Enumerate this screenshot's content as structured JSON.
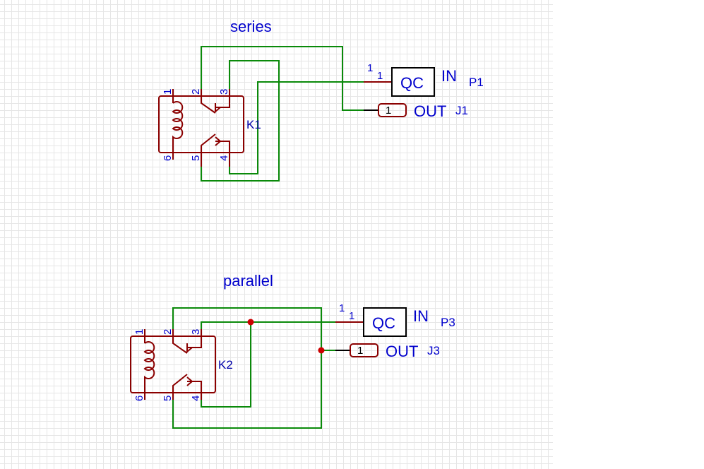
{
  "colors": {
    "wire": "#0a8a0a",
    "symbol": "#8b0000",
    "text": "#0000cc",
    "junction": "#cc0000",
    "grid": "#e6e6e6"
  },
  "series": {
    "title": "series",
    "relay": {
      "ref": "K1",
      "pins": [
        "1",
        "2",
        "3",
        "4",
        "5",
        "6"
      ]
    },
    "input": {
      "name": "QC",
      "net": "IN",
      "ref": "P1",
      "pin_outer": "1",
      "pin_inner": "1"
    },
    "output": {
      "pin": "1",
      "net": "OUT",
      "ref": "J1"
    }
  },
  "parallel": {
    "title": "parallel",
    "relay": {
      "ref": "K2",
      "pins": [
        "1",
        "2",
        "3",
        "4",
        "5",
        "6"
      ]
    },
    "input": {
      "name": "QC",
      "net": "IN",
      "ref": "P3",
      "pin_outer": "1",
      "pin_inner": "1"
    },
    "output": {
      "pin": "1",
      "net": "OUT",
      "ref": "J3"
    }
  }
}
